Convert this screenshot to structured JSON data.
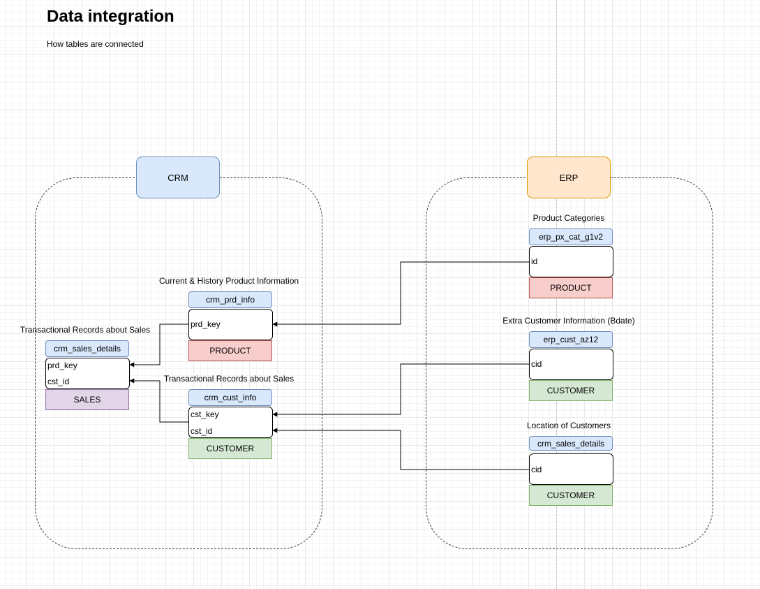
{
  "page": {
    "title": "Data integration",
    "subtitle": "How tables are connected"
  },
  "systems": {
    "crm": {
      "label": "CRM",
      "fill": "#dae8fc",
      "stroke": "#6c8ebf"
    },
    "erp": {
      "label": "ERP",
      "fill": "#ffe6cc",
      "stroke": "#d79b00"
    }
  },
  "tables": {
    "crm_sales_details": {
      "caption": "Transactional Records about Sales",
      "name": "crm_sales_details",
      "fields": [
        "prd_key",
        "cst_id"
      ],
      "tag": "SALES"
    },
    "crm_prd_info": {
      "caption": "Current & History Product Information",
      "name": "crm_prd_info",
      "fields": [
        "prd_key"
      ],
      "tag": "PRODUCT"
    },
    "crm_cust_info": {
      "caption": "Transactional Records about Sales",
      "name": "crm_cust_info",
      "fields": [
        "cst_key",
        "cst_id"
      ],
      "tag": "CUSTOMER"
    },
    "erp_px_cat_g1v2": {
      "caption": "Product Categories",
      "name": "erp_px_cat_g1v2",
      "fields": [
        "id"
      ],
      "tag": "PRODUCT"
    },
    "erp_cust_az12": {
      "caption": "Extra Customer Information (Bdate)",
      "name": "erp_cust_az12",
      "fields": [
        "cid"
      ],
      "tag": "CUSTOMER"
    },
    "erp_loc": {
      "caption": "Location of Customers",
      "name": "crm_sales_details",
      "fields": [
        "cid"
      ],
      "tag": "CUSTOMER"
    }
  },
  "colors": {
    "header_fill": "#dae8fc",
    "product_tag": "#f8cecc",
    "customer_tag": "#d5e8d4",
    "sales_tag": "#e1d5e7"
  }
}
